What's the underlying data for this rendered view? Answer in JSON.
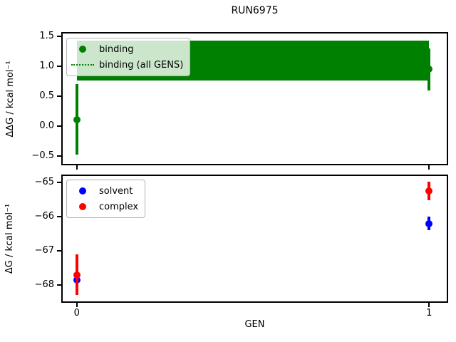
{
  "title": "RUN6975",
  "colors": {
    "binding": "#008000",
    "solvent": "#0000ff",
    "complex": "#ff0000",
    "spine": "#000000",
    "legend_border": "#b3b3b3"
  },
  "chart_data": [
    {
      "type": "scatter",
      "title": "",
      "xlabel": "",
      "ylabel": "ΔΔG / kcal mol⁻¹",
      "xlim": [
        -0.04,
        1.05
      ],
      "ylim": [
        -0.63,
        1.55
      ],
      "grid": false,
      "legend_position": "upper-left",
      "yticks": {
        "values": [
          1.5,
          1.0,
          0.5,
          0.0,
          -0.5
        ],
        "labels": [
          "1.5",
          "1.0",
          "0.5",
          "0.0",
          "−0.5"
        ]
      },
      "xticks": {
        "values": [
          0,
          1
        ],
        "labels": [
          "",
          ""
        ]
      },
      "series": [
        {
          "name": "binding",
          "type": "errorbar-scatter",
          "color": "#008000",
          "x": [
            0,
            1
          ],
          "y": [
            0.11,
            0.95
          ],
          "yerr": [
            0.59,
            0.35
          ]
        },
        {
          "name": "binding (all GENS)",
          "type": "hline-band",
          "color": "#008000",
          "linestyle": "dotted",
          "value": 1.1,
          "band_low": 0.76,
          "band_high": 1.43,
          "x_range": [
            0,
            1
          ]
        }
      ],
      "legend_entries": [
        {
          "label": "binding",
          "marker": "dot",
          "color": "#008000"
        },
        {
          "label": "binding (all GENS)",
          "marker": "dotted-line",
          "color": "#008000"
        }
      ]
    },
    {
      "type": "scatter",
      "title": "",
      "xlabel": "GEN",
      "ylabel": "ΔG / kcal mol⁻¹",
      "xlim": [
        -0.04,
        1.05
      ],
      "ylim": [
        -68.48,
        -64.81
      ],
      "grid": false,
      "legend_position": "upper-left",
      "yticks": {
        "values": [
          -65,
          -66,
          -67,
          -68
        ],
        "labels": [
          "−65",
          "−66",
          "−67",
          "−68"
        ]
      },
      "xticks": {
        "values": [
          0,
          1
        ],
        "labels": [
          "0",
          "1"
        ]
      },
      "series": [
        {
          "name": "solvent",
          "type": "errorbar-scatter",
          "color": "#0000ff",
          "x": [
            0,
            1
          ],
          "y": [
            -67.85,
            -66.2
          ],
          "yerr": [
            0.3,
            0.2
          ]
        },
        {
          "name": "complex",
          "type": "errorbar-scatter",
          "color": "#ff0000",
          "x": [
            0,
            1
          ],
          "y": [
            -67.7,
            -65.25
          ],
          "yerr": [
            0.6,
            0.27
          ]
        }
      ],
      "legend_entries": [
        {
          "label": "solvent",
          "marker": "dot",
          "color": "#0000ff"
        },
        {
          "label": "complex",
          "marker": "dot",
          "color": "#ff0000"
        }
      ]
    }
  ]
}
